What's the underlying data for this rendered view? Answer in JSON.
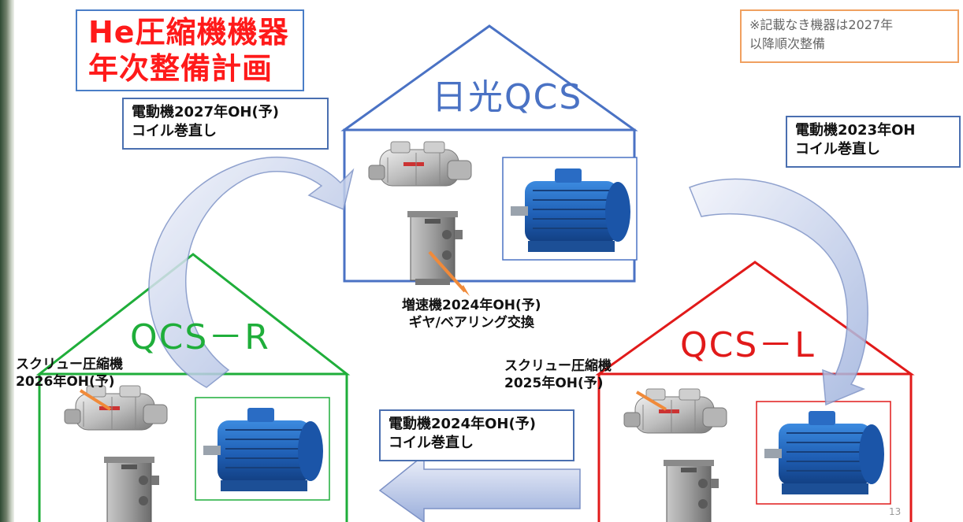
{
  "title": {
    "line1": "He圧縮機機器",
    "line2": "年次整備計画"
  },
  "note": {
    "line1": "※記載なき機器は2027年",
    "line2": "以降順次整備"
  },
  "houses": {
    "nikko": {
      "name": "日光QCS",
      "color": "#4a72c4"
    },
    "qcs_r": {
      "name": "QCS－R",
      "color": "#1fae3a"
    },
    "qcs_l": {
      "name": "QCS－L",
      "color": "#e11a1a"
    }
  },
  "callouts": {
    "motor_2027": {
      "line1": "電動機2027年OH(予)",
      "line2": "コイル巻直し"
    },
    "motor_2023": {
      "line1": "電動機2023年OH",
      "line2": "コイル巻直し"
    },
    "motor_2024": {
      "line1": "電動機2024年OH(予)",
      "line2": "コイル巻直し"
    }
  },
  "labels": {
    "gearbox_2024": {
      "line1": "増速機2024年OH(予)",
      "line2": "ギヤ/ベアリング交換"
    },
    "screw_2026": {
      "line1": "スクリュー圧縮機",
      "line2": "2026年OH(予)"
    },
    "screw_2025": {
      "line1": "スクリュー圧縮機",
      "line2": "2025年OH(予)"
    }
  },
  "page_number": "13"
}
